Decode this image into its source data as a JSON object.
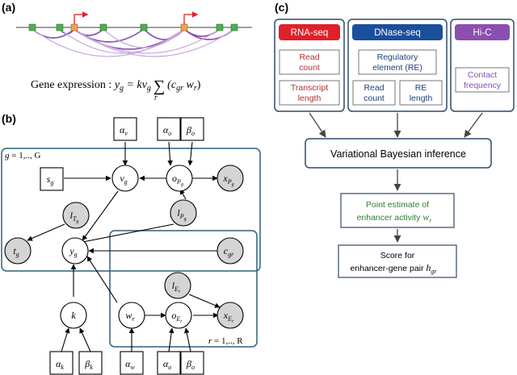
{
  "panels": {
    "a": {
      "label": "(a)",
      "equation_prefix": "Gene expression : ",
      "equation_y": "y",
      "equation_y_sub": "g",
      "equation_eq": " = kv",
      "equation_v_sub": "g",
      "equation_sum": "∑",
      "equation_sum_sub": "r",
      "equation_tail": "(c",
      "equation_c_sub": "gr",
      "equation_w": " w",
      "equation_w_sub": "r",
      "equation_close": ")"
    },
    "b": {
      "label": "(b)",
      "plate_g": "g = 1,.., G",
      "plate_r": "r = 1,.., R",
      "nodes": {
        "alpha_v": {
          "base": "α",
          "sub": "v"
        },
        "alpha_o_top": {
          "base": "α",
          "sub": "o"
        },
        "beta_o_top": {
          "base": "β",
          "sub": "o"
        },
        "s_g": {
          "base": "s",
          "sub": "g"
        },
        "v_g": {
          "base": "v",
          "sub": "g"
        },
        "o_Pg": {
          "base": "o",
          "sub": "P",
          "subsub": "g"
        },
        "x_Pg": {
          "base": "x",
          "sub": "P",
          "subsub": "g"
        },
        "l_Tg": {
          "base": "l",
          "sub": "T",
          "subsub": "g"
        },
        "l_Pg": {
          "base": "l",
          "sub": "P",
          "subsub": "g"
        },
        "t_g": {
          "base": "t",
          "sub": "g"
        },
        "y_g": {
          "base": "y",
          "sub": "g"
        },
        "c_gr": {
          "base": "c",
          "sub": "gr"
        },
        "l_Er": {
          "base": "l",
          "sub": "E",
          "subsub": "r"
        },
        "k": {
          "base": "k",
          "sub": ""
        },
        "w_r": {
          "base": "w",
          "sub": "r"
        },
        "o_Er": {
          "base": "o",
          "sub": "E",
          "subsub": "r"
        },
        "x_Er": {
          "base": "x",
          "sub": "E",
          "subsub": "r"
        },
        "alpha_k": {
          "base": "α",
          "sub": "k"
        },
        "beta_k": {
          "base": "β",
          "sub": "k"
        },
        "alpha_w": {
          "base": "α",
          "sub": "w"
        },
        "alpha_o_bot": {
          "base": "α",
          "sub": "o"
        },
        "beta_o_bot": {
          "base": "β",
          "sub": "o"
        }
      }
    },
    "c": {
      "label": "(c)",
      "rna": {
        "title": "RNA-seq",
        "color": "#e0202a",
        "item1": "Read count",
        "item1_l1": "Read",
        "item1_l2": "count",
        "item2_l1": "Transcript",
        "item2_l2": "length"
      },
      "dnase": {
        "title": "DNase-seq",
        "color": "#1a4f9c",
        "item1_l1": "Regulatory",
        "item1_l2": "element (RE)",
        "item2_l1": "Read",
        "item2_l2": "count",
        "item3_l1": "RE",
        "item3_l2": "length"
      },
      "hic": {
        "title": "Hi-C",
        "color": "#8a4fb0",
        "item1_l1": "Contact",
        "item1_l2": "frequency"
      },
      "vb": "Variational Bayesian inference",
      "point_l1": "Point estimate of",
      "point_l2": "enhancer activity ",
      "point_w": "w",
      "point_w_sub": "r",
      "score_l1": "Score for",
      "score_l2": "enhancer-gene pair ",
      "score_h": "h",
      "score_h_sub": "gr"
    }
  },
  "colors": {
    "plate": "#2f5f7a",
    "arc": "#8a4fb0",
    "arc_light": "#c9a9dd",
    "gene_green": "#4caf50",
    "gene_orange": "#f0a050",
    "arrow_red": "#e0202a",
    "rna_text": "#b03030",
    "dnase_text": "#1a3f7c",
    "hic_text": "#8a4fb0",
    "green_text": "#2e7d32",
    "box_border": "#2f4a6a"
  }
}
